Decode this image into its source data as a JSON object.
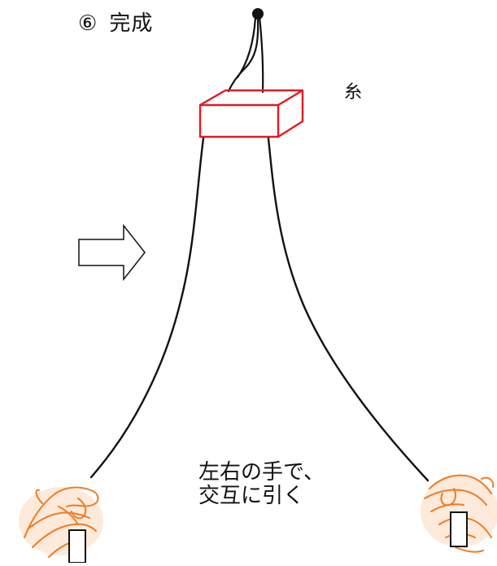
{
  "step": {
    "number": "⑥",
    "title": "完成"
  },
  "labels": {
    "thread": "糸"
  },
  "instruction": {
    "line1": "左右の手で、",
    "line2": "交互に引く"
  },
  "colors": {
    "box_outline": "#e01b24",
    "hand_outline": "#f07b22",
    "hand_fill": "#fde3cf",
    "thread": "#111111",
    "arrow_outline": "#111111"
  },
  "icons": {
    "arrow": "right-arrow-icon",
    "left_hand": "left-hand-icon",
    "right_hand": "right-hand-icon"
  }
}
